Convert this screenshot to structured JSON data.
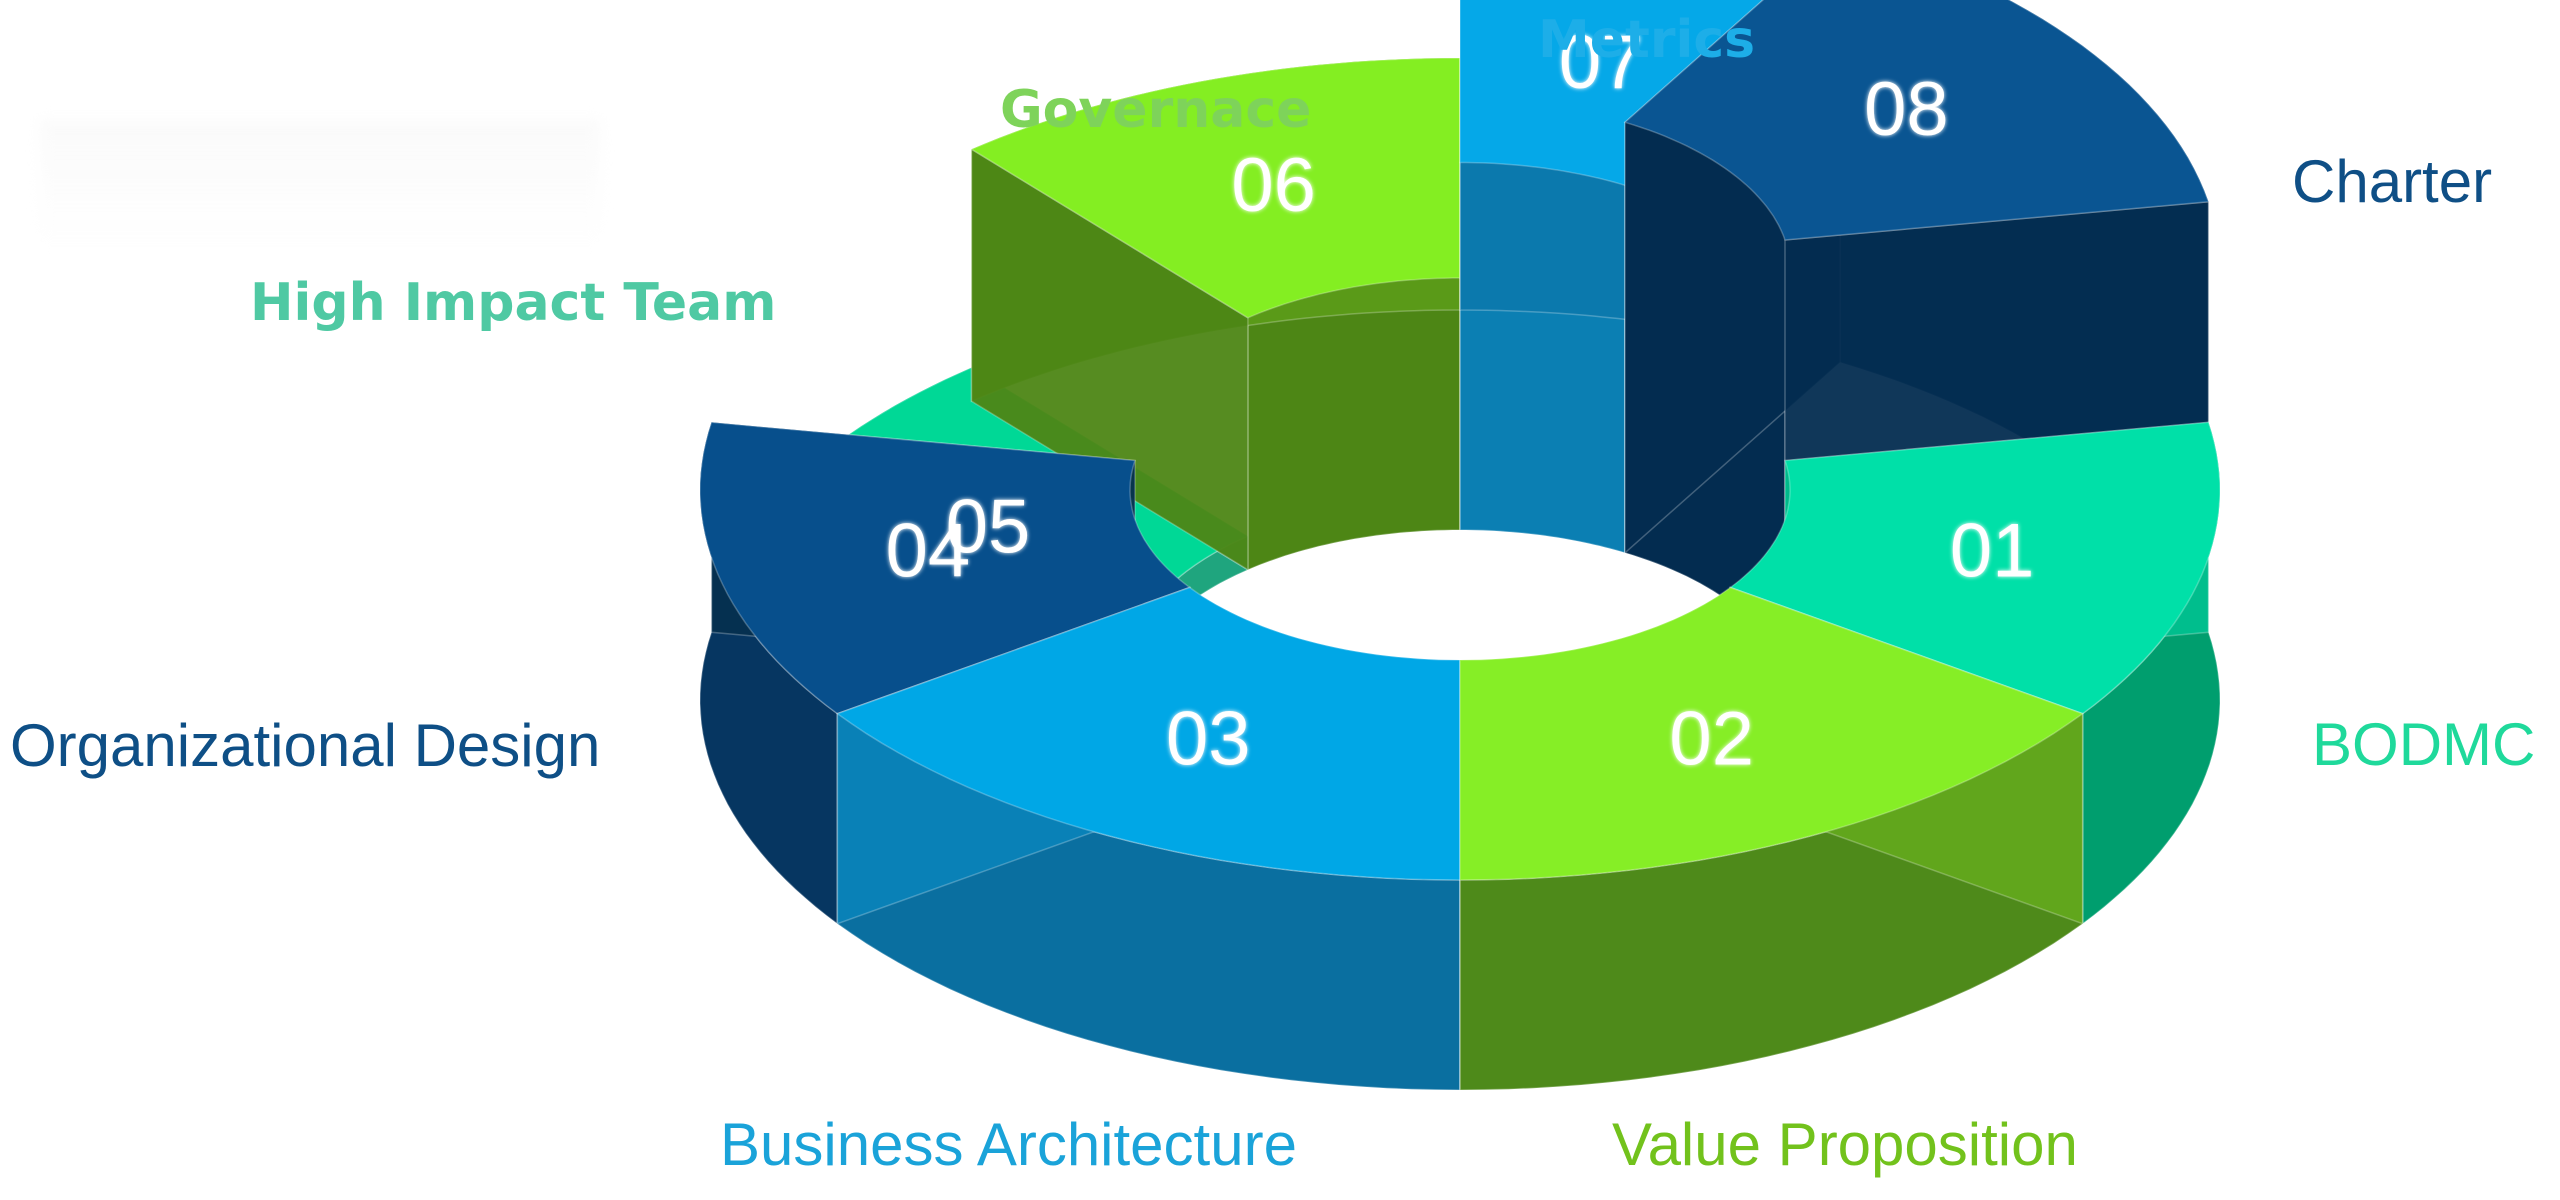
{
  "segments": [
    {
      "number": "01",
      "label": "BODMC",
      "top": "#00e0a8",
      "side": "#009e6e",
      "inner": "#00c08e"
    },
    {
      "number": "02",
      "label": "Value Proposition",
      "top": "#86ee26",
      "side": "#4e8a1a",
      "inner": "#62a81c"
    },
    {
      "number": "03",
      "label": "Business Architecture",
      "top": "#00a7e6",
      "side": "#0a6fa0",
      "inner": "#0a82b8"
    },
    {
      "number": "04",
      "label": "Organizational Design",
      "top": "#074f8c",
      "side": "#063661",
      "inner": "#05304f"
    },
    {
      "number": "05",
      "label": "High Impact Team",
      "top": "#00d896",
      "side": "#00855c",
      "inner": "#1fa57e"
    },
    {
      "number": "06",
      "label": "Governace",
      "top": "#84ee22",
      "side": "#5a9a18",
      "inner": "#4d8615"
    },
    {
      "number": "07",
      "label": "Metrics",
      "top": "#05a8e8",
      "side": "#0b79ad",
      "inner": "#0b7fb3"
    },
    {
      "number": "08",
      "label": "Charter",
      "top": "#0a5592",
      "side": "#073864",
      "inner": "#032c50"
    }
  ],
  "label_colors": {
    "BODMC": "#1fd99b",
    "Value Proposition": "#72c21c",
    "Business Architecture": "#1aa3d9",
    "Organizational Design": "#0e4f86",
    "High Impact Team": "#4fc9a3",
    "Governace": "#7ed35a",
    "Metrics": "#1daee8",
    "Charter": "#0f4f86"
  }
}
